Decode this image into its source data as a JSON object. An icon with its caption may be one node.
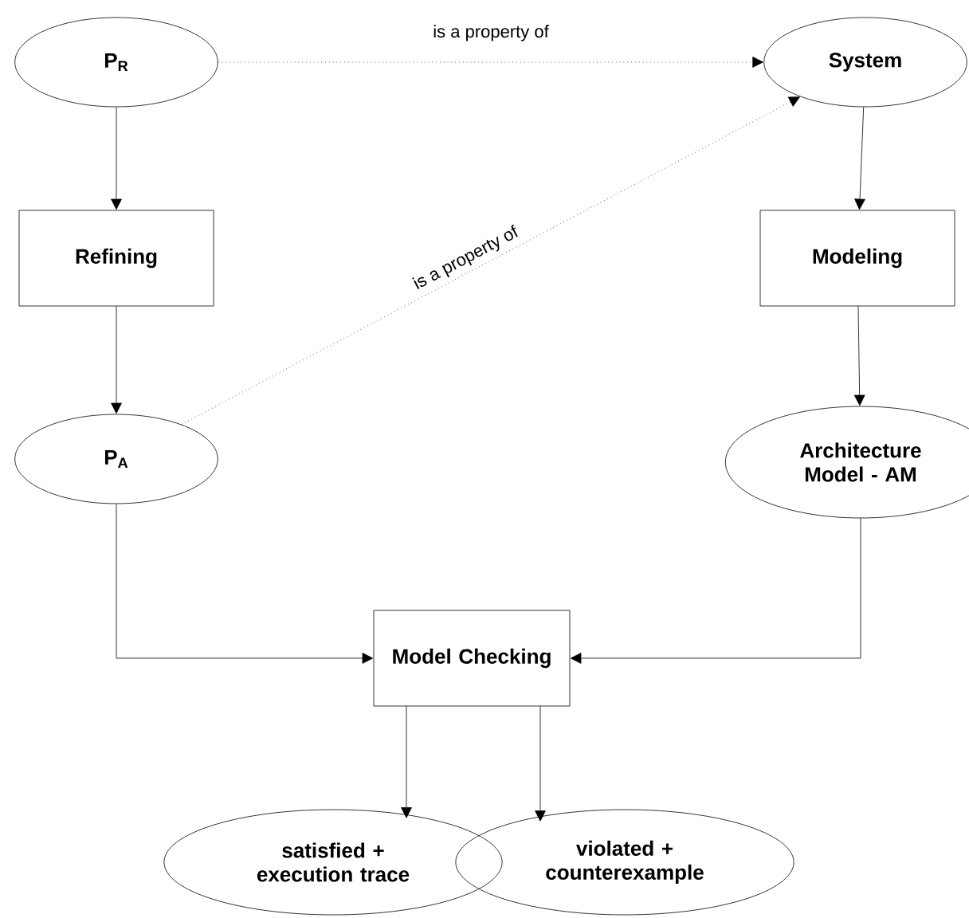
{
  "diagram": {
    "nodes": [
      {
        "text": [
          "P$_{R}$"
        ]
      },
      {
        "text": [
          "System"
        ]
      },
      {
        "text": [
          "Refining"
        ]
      },
      {
        "text": [
          "Modeling"
        ]
      },
      {
        "text": [
          "P$_{A}$"
        ]
      },
      {
        "text": [
          "Architecture Model - AM"
        ]
      },
      {
        "text": [
          "Model Checking"
        ]
      },
      {
        "text": [
          "satisfied + execution trace"
        ]
      },
      {
        "text": [
          "violated + counterexample"
        ]
      }
    ],
    "edges": [
      {
        "from": 0,
        "to": 1,
        "arrow": "to",
        "label": "is a property of",
        "style": "dashed"
      },
      {
        "from": 0,
        "to": 2,
        "arrow": "to"
      },
      {
        "from": 1,
        "to": 3,
        "arrow": "to"
      },
      {
        "from": 2,
        "to": 4,
        "arrow": "to"
      },
      {
        "from": 4,
        "to": 1,
        "arrow": "to",
        "label": "is a property of",
        "style": "dashed"
      },
      {
        "from": 3,
        "to": 5,
        "arrow": "to"
      },
      {
        "from": 4,
        "to": 6,
        "arrow": "to"
      },
      {
        "from": 5,
        "to": 6,
        "arrow": "to"
      },
      {
        "from": 6,
        "to": 7,
        "arrow": "to"
      },
      {
        "from": 6,
        "to": 8,
        "arrow": "to"
      }
    ]
  }
}
